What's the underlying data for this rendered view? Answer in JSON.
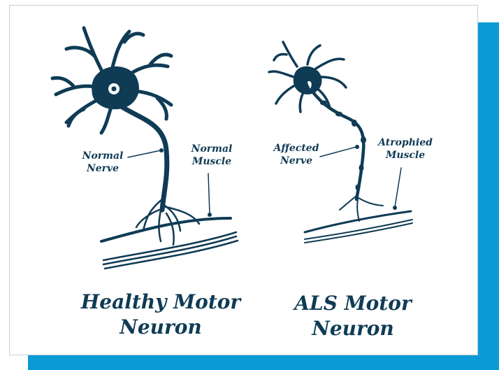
{
  "colors": {
    "accent": "#0a9bd6",
    "ink": "#0f3b55"
  },
  "healthy": {
    "nerve_label_1": "Normal",
    "nerve_label_2": "Nerve",
    "muscle_label_1": "Normal",
    "muscle_label_2": "Muscle",
    "title_1": "Healthy Motor",
    "title_2": "Neuron"
  },
  "als": {
    "nerve_label_1": "Affected",
    "nerve_label_2": "Nerve",
    "muscle_label_1": "Atrophied",
    "muscle_label_2": "Muscle",
    "title_1": "ALS Motor",
    "title_2": "Neuron"
  }
}
